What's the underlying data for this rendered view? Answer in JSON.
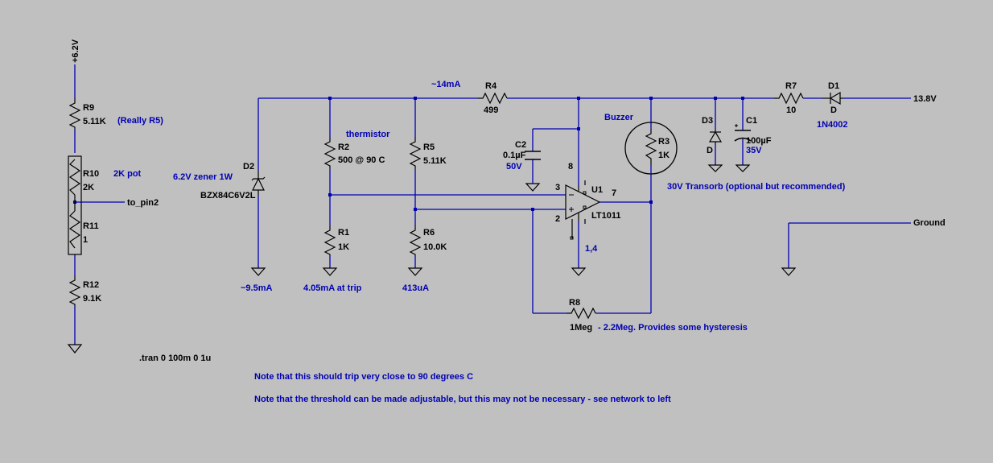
{
  "schematic": {
    "net_labels": {
      "supply_6v2": "+6.2V",
      "supply_13v8": "13.8V",
      "ground": "Ground",
      "to_pin2": "to_pin2"
    },
    "components": {
      "R9": {
        "ref": "R9",
        "value": "5.11K"
      },
      "R10": {
        "ref": "R10",
        "value": "2K"
      },
      "R11": {
        "ref": "R11",
        "value": "1"
      },
      "R12": {
        "ref": "R12",
        "value": "9.1K"
      },
      "D2": {
        "ref": "D2",
        "value": "BZX84C6V2L"
      },
      "R2": {
        "ref": "R2",
        "value": "500 @ 90 C"
      },
      "R1": {
        "ref": "R1",
        "value": "1K"
      },
      "R5": {
        "ref": "R5",
        "value": "5.11K"
      },
      "R6": {
        "ref": "R6",
        "value": "10.0K"
      },
      "R4": {
        "ref": "R4",
        "value": "499"
      },
      "C2": {
        "ref": "C2",
        "value": "0.1µF",
        "rating": "50V"
      },
      "U1": {
        "ref": "U1",
        "value": "LT1011"
      },
      "R3": {
        "ref": "R3",
        "value": "1K"
      },
      "R8": {
        "ref": "R8",
        "value": "1Meg"
      },
      "D3": {
        "ref": "D3",
        "value": "D"
      },
      "C1": {
        "ref": "C1",
        "value": "100µF",
        "rating": "35V"
      },
      "R7": {
        "ref": "R7",
        "value": "10"
      },
      "D1": {
        "ref": "D1",
        "value": "D",
        "part": "1N4002"
      }
    },
    "pins": {
      "p3": "3",
      "p2": "2",
      "p7": "7",
      "p8": "8",
      "p14": "1,4"
    },
    "annotations": {
      "really_r5": "(Really R5)",
      "pot_2k": "2K pot",
      "zener": "6.2V zener 1W",
      "thermistor": "thermistor",
      "current_14ma": "~14mA",
      "buzzer": "Buzzer",
      "transorb": "30V Transorb (optional but recommended)",
      "current_9_5ma": "~9.5mA",
      "current_trip": "4.05mA at trip",
      "current_413ua": "413uA",
      "hysteresis": "- 2.2Meg. Provides some hysteresis",
      "note1": "Note that this should trip very close to 90 degrees C",
      "note2": "Note that the threshold can be made adjustable, but this may not be necessary - see network to left"
    },
    "directive": ".tran 0 100m 0 1u",
    "colors": {
      "background": "#c0c0c0",
      "wire": "#0000b4",
      "component": "#000000",
      "comment": "#0000b4"
    }
  }
}
